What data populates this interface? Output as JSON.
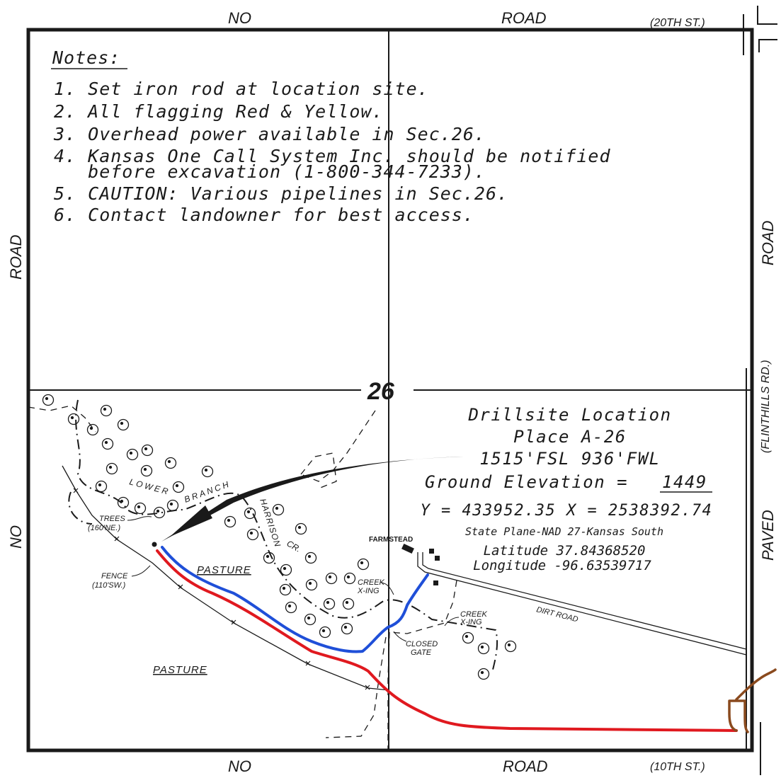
{
  "roads": {
    "top": {
      "left": "NO",
      "right": "ROAD",
      "name": "(20TH ST.)"
    },
    "bottom": {
      "left": "NO",
      "right": "ROAD",
      "name": "(10TH ST.)"
    },
    "left": {
      "upper": "ROAD",
      "lower": "NO"
    },
    "right": {
      "upper": "ROAD",
      "name": "(FLINTHILLS RD.)",
      "lower": "PAVED"
    }
  },
  "notes": {
    "heading": "Notes:",
    "items": [
      "1. Set iron rod at location site.",
      "2. All flagging Red & Yellow.",
      "3. Overhead power available in Sec.26.",
      "4. Kansas One Call System Inc. should be notified",
      "   before excavation (1-800-344-7233).",
      "5. CAUTION: Various pipelines in Sec.26.",
      "6. Contact landowner for best access."
    ]
  },
  "section": "26",
  "drillsite": {
    "title": "Drillsite Location",
    "place": "Place A-26",
    "footage": "1515'FSL 936'FWL",
    "elevation_label": "Ground Elevation = ",
    "elevation_value": "1449",
    "coords": "Y = 433952.35   X = 2538392.74",
    "datum": "State Plane-NAD 27-Kansas South",
    "latitude": "Latitude 37.84368520",
    "longitude": "Longitude -96.63539717"
  },
  "labels": {
    "lower": "LOWER",
    "branch": "BRANCH",
    "harrison": "HARRISON",
    "cr": "CR.",
    "trees": "TREES",
    "trees_dist": "(160'NE.)",
    "fence": "FENCE",
    "fence_dist": "(110'SW.)",
    "pasture1": "PASTURE",
    "pasture2": "PASTURE",
    "farmstead": "FARMSTEAD",
    "creek1a": "CREEK",
    "creek1b": "X-ING",
    "creek2a": "CREEK",
    "creek2b": "X-ING",
    "gate_a": "CLOSED",
    "gate_b": "GATE",
    "dirt_road": "DIRT ROAD"
  },
  "colors": {
    "ink": "#1a1a1a",
    "route_red": "#e0191f",
    "route_blue": "#1f4fd8",
    "marker_brown": "#8a4a1e"
  }
}
